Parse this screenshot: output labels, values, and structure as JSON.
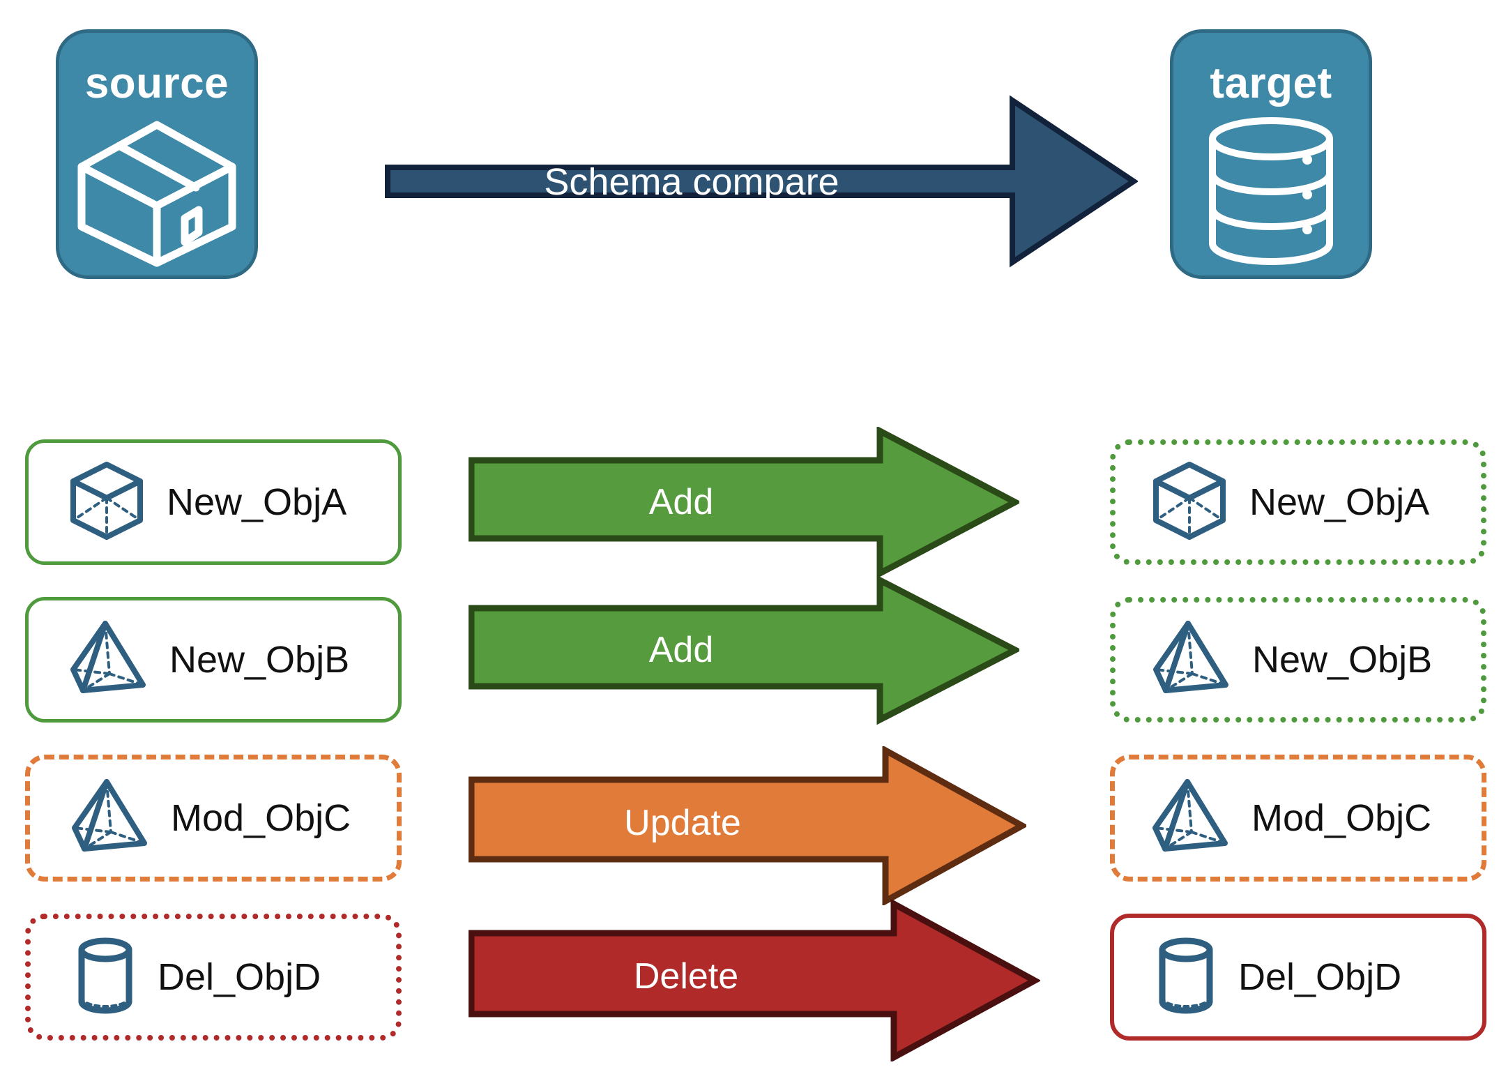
{
  "endpoints": {
    "source": {
      "title": "source",
      "icon": "package-box-icon",
      "fill": "#3E88A8",
      "stroke": "#2F6A85"
    },
    "target": {
      "title": "target",
      "icon": "database-cylinder-icon",
      "fill": "#3E88A8",
      "stroke": "#2F6A85"
    }
  },
  "main_arrow": {
    "label": "Schema compare",
    "fill": "#2D5272",
    "stroke": "#12223A"
  },
  "rows": [
    {
      "action": "Add",
      "arrow_fill": "#569B3D",
      "arrow_stroke": "#2A4A17",
      "source": {
        "label": "New_ObjA",
        "icon": "wireframe-cube-icon",
        "border_style": "solid",
        "border_color": "#4E9A3D"
      },
      "target": {
        "label": "New_ObjA",
        "icon": "wireframe-cube-icon",
        "border_style": "dotted",
        "border_color": "#4E9A3D"
      }
    },
    {
      "action": "Add",
      "arrow_fill": "#569B3D",
      "arrow_stroke": "#2A4A17",
      "source": {
        "label": "New_ObjB",
        "icon": "wireframe-pyramid-icon",
        "border_style": "solid",
        "border_color": "#4E9A3D"
      },
      "target": {
        "label": "New_ObjB",
        "icon": "wireframe-pyramid-icon",
        "border_style": "dotted",
        "border_color": "#4E9A3D"
      }
    },
    {
      "action": "Update",
      "arrow_fill": "#E07B39",
      "arrow_stroke": "#5E2C11",
      "source": {
        "label": "Mod_ObjC",
        "icon": "wireframe-pyramid-icon",
        "border_style": "dashed",
        "border_color": "#E07B39"
      },
      "target": {
        "label": "Mod_ObjC",
        "icon": "wireframe-pyramid-icon",
        "border_style": "dashed",
        "border_color": "#E07B39"
      }
    },
    {
      "action": "Delete",
      "arrow_fill": "#B02A2A",
      "arrow_stroke": "#4A1010",
      "source": {
        "label": "Del_ObjD",
        "icon": "database-small-cylinder-icon",
        "border_style": "dotted",
        "border_color": "#B02A2A"
      },
      "target": {
        "label": "Del_ObjD",
        "icon": "database-small-cylinder-icon",
        "border_style": "solid",
        "border_color": "#B02A2A"
      }
    }
  ],
  "palette": {
    "endpoint_blue": "#3E88A8",
    "icon_blue": "#2E5F81",
    "green": "#4E9A3D",
    "orange": "#E07B39",
    "red": "#B02A2A",
    "navy": "#2D5272"
  }
}
